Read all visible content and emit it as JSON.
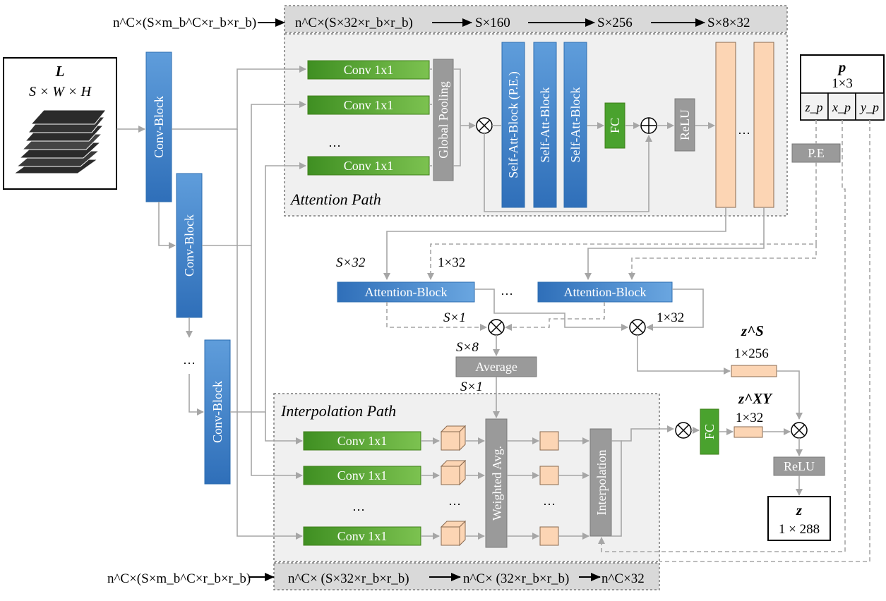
{
  "top_bar": {
    "input_label": "n^C×(S×m_b^C×r_b×r_b)",
    "stages": [
      "n^C×(S×32×r_b×r_b)",
      "S×160",
      "S×256",
      "S×8×32"
    ]
  },
  "bottom_bar": {
    "input_label": "n^C×(S×m_b^C×r_b×r_b)",
    "stages": [
      "n^C× (S×32×r_b×r_b)",
      "n^C× (32×r_b×r_b)",
      "n^C×32"
    ]
  },
  "input_box": {
    "title": "L",
    "dims": "S × W × H"
  },
  "conv_blocks": {
    "label": "Conv-Block",
    "ellipsis": "…"
  },
  "attention_path": {
    "title": "Attention Path",
    "conv_label": "Conv 1x1",
    "ellipsis": "…",
    "pooling": "Global Pooling",
    "self_att_pe": "Self-Att-Block (P.E.)",
    "self_att": "Self-Att-Block",
    "fc": "FC",
    "relu": "ReLU",
    "ellipsis2": "…"
  },
  "position_box": {
    "title": "p",
    "dims": "1×3",
    "components": [
      "z_p",
      "x_p",
      "y_p"
    ],
    "pe": "P.E"
  },
  "attention_blocks": {
    "label": "Attention-Block",
    "ellipsis": "…",
    "s32": "S×32",
    "one32_left": "1×32",
    "s1_top": "S×1",
    "one32_right": "1×32",
    "s8": "S×8",
    "average": "Average",
    "s1_bottom": "S×1"
  },
  "zs": {
    "name": "z^S",
    "dims": "1×256"
  },
  "zxy": {
    "name": "z^XY",
    "dims": "1×32"
  },
  "interpolation_path": {
    "title": "Interpolation Path",
    "conv_label": "Conv 1x1",
    "weighted_avg": "Weighted Avg.",
    "interpolation": "Interpolation",
    "ellipsis": "…"
  },
  "output": {
    "fc": "FC",
    "relu": "ReLU",
    "title": "z",
    "dims": "1 × 288"
  },
  "colors": {
    "blue": "#3f7cc4",
    "green": "#4aa22e",
    "gray": "#9a9a9a",
    "peach": "#fcd5b4",
    "panel": "#f0f0f0"
  }
}
